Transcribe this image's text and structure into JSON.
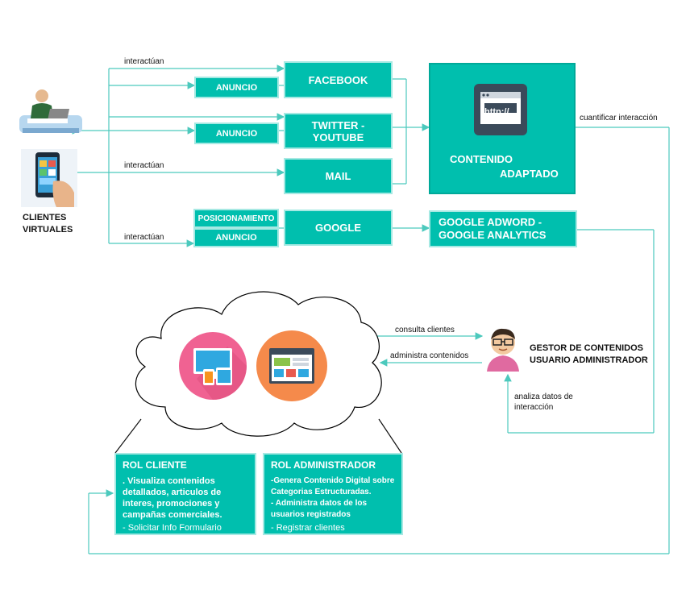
{
  "clients_label": "CLIENTES VIRTUALES",
  "interact_1": "interactúan",
  "interact_2": "interactúan",
  "interact_3": "interactúan",
  "anuncio_1": "ANUNCIO",
  "anuncio_2": "ANUNCIO",
  "anuncio_3": "ANUNCIO",
  "posicionamiento": "POSICIONAMIENTO",
  "facebook": "FACEBOOK",
  "twitter": "TWITTER - YOUTUBE",
  "mail": "MAIL",
  "google": "GOOGLE",
  "content_line1": "CONTENIDO",
  "content_line2": "ADAPTADO",
  "http_text": "http://",
  "adword_line1": "GOOGLE ADWORD -",
  "adword_line2": "GOOGLE ANALYTICS",
  "quantify": "cuantificar interacción",
  "consulta": "consulta  clientes",
  "administra": "administra contenidos",
  "analiza_1": "analiza datos de",
  "analiza_2": "interacción",
  "gestor_1": "GESTOR DE CONTENIDOS",
  "gestor_2": "USUARIO ADMINISTRADOR",
  "rol_cliente": {
    "title": "ROL CLIENTE",
    "lines": [
      ". Visualiza contenidos",
      "detallados, articulos de",
      "interes, promociones y",
      "campañas comerciales."
    ],
    "link": " - Solicitar Info Formulario"
  },
  "rol_admin": {
    "title": "ROL ADMINISTRADOR",
    "lines": [
      "-Genera Contenido Digital sobre",
      "Categorias Estructuradas.",
      "- Administra datos de los",
      "usuarios registrados"
    ],
    "link": "- Registrar  clientes"
  },
  "colors": {
    "teal": "#00bfae",
    "line": "#4cc9bd"
  }
}
